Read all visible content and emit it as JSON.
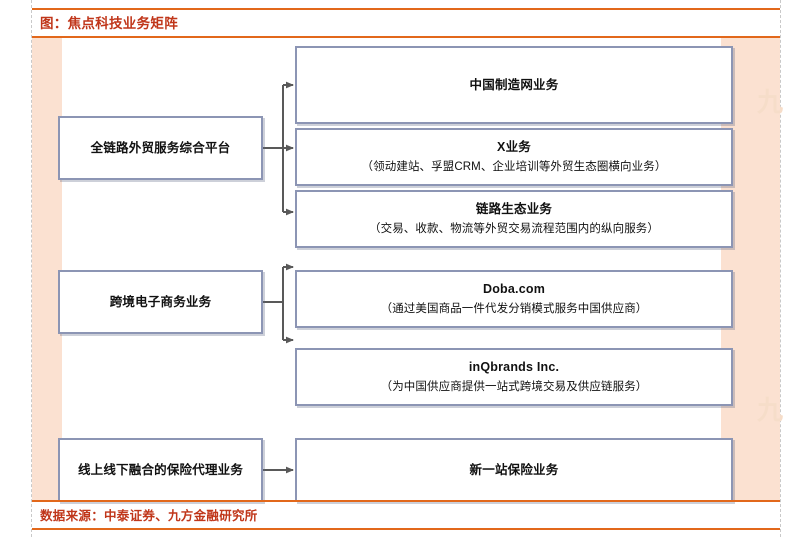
{
  "header": {
    "title": "图：焦点科技业务矩阵",
    "title_color": "#c0361a",
    "rule_color": "#e2681b"
  },
  "footer": {
    "source": "数据来源：中泰证券、九方金融研究所",
    "source_color": "#c0361a"
  },
  "theme": {
    "band_color": "#fbe1d1",
    "box_border_color": "#8c95b4",
    "box_fill_color": "#ffffff",
    "connector_color": "#595959",
    "text_color": "#111111"
  },
  "watermark": {
    "mark": "九"
  },
  "diagram": {
    "type": "matrix",
    "groups": [
      {
        "id": "group-trade-platform",
        "parent": {
          "id": "node-trade-platform",
          "title": "全链路外贸服务综合平台",
          "subtitle": ""
        },
        "children": [
          {
            "id": "node-made-in-china",
            "title": "中国制造网业务",
            "subtitle": ""
          },
          {
            "id": "node-x-business",
            "title": "X业务",
            "subtitle": "（领动建站、孚盟CRM、企业培训等外贸生态圈横向业务）"
          },
          {
            "id": "node-chain-ecology",
            "title": "链路生态业务",
            "subtitle": "（交易、收款、物流等外贸交易流程范围内的纵向服务）"
          }
        ]
      },
      {
        "id": "group-cross-border",
        "parent": {
          "id": "node-cross-border",
          "title": "跨境电子商务业务",
          "subtitle": ""
        },
        "children": [
          {
            "id": "node-doba",
            "title": "Doba.com",
            "subtitle": "（通过美国商品一件代发分销模式服务中国供应商）"
          },
          {
            "id": "node-inqbrands",
            "title": "inQbrands Inc.",
            "subtitle": "（为中国供应商提供一站式跨境交易及供应链服务）"
          }
        ]
      },
      {
        "id": "group-insurance",
        "parent": {
          "id": "node-insurance-agency",
          "title": "线上线下融合的保险代理业务",
          "subtitle": ""
        },
        "children": [
          {
            "id": "node-new-one-stop-insurance",
            "title": "新一站保险业务",
            "subtitle": ""
          }
        ]
      }
    ]
  }
}
